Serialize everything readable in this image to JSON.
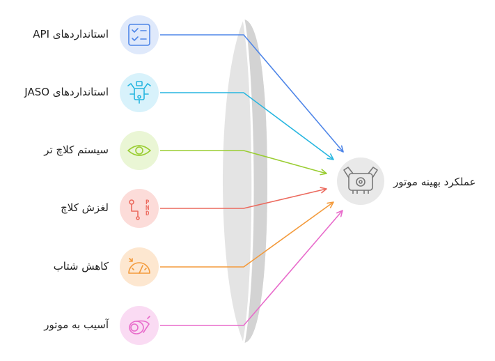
{
  "diagram": {
    "target": {
      "label": "عملکرد بهینه موتور",
      "icon": "engine-icon"
    },
    "factors": [
      {
        "label": "استانداردهای API",
        "icon": "checklist-icon",
        "color": "#4f86e8",
        "bg": "#dfe9fb"
      },
      {
        "label": "استانداردهای JASO",
        "icon": "engine-parts-icon",
        "color": "#27b6e0",
        "bg": "#d8f2fb"
      },
      {
        "label": "سیستم کلاچ تر",
        "icon": "eye-icon",
        "color": "#9acd32",
        "bg": "#eaf6d5"
      },
      {
        "label": "لغزش کلاچ",
        "icon": "gear-shift-icon",
        "color": "#ec6a5e",
        "bg": "#fcdcd9"
      },
      {
        "label": "کاهش شتاب",
        "icon": "speedometer-icon",
        "color": "#f39a3b",
        "bg": "#fde7d0"
      },
      {
        "label": "آسیب به موتور",
        "icon": "engine-damage-icon",
        "color": "#e86bcb",
        "bg": "#fadbf3"
      }
    ]
  }
}
